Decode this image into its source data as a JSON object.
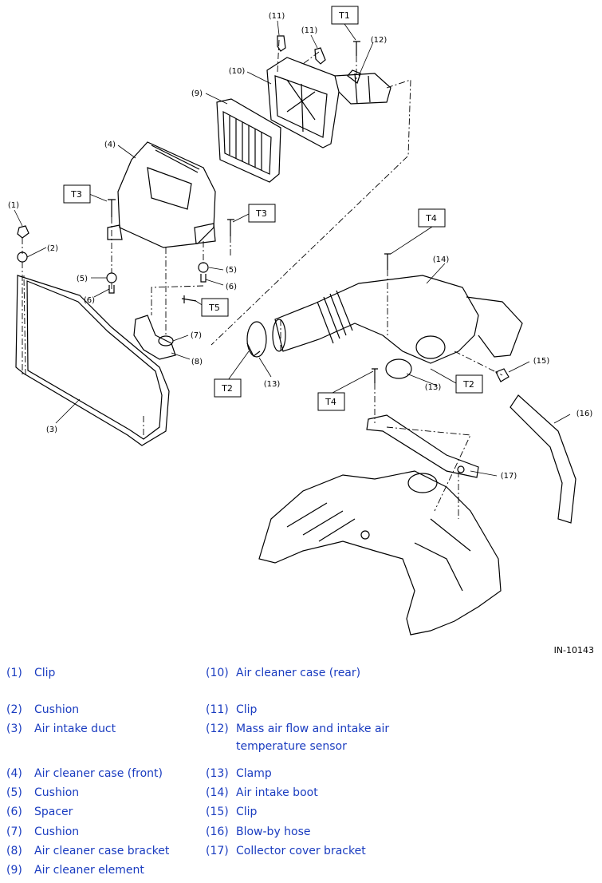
{
  "figure_id": "IN-10143",
  "callouts": {
    "c1": "(1)",
    "c2": "(2)",
    "c3": "(3)",
    "c4": "(4)",
    "c5a": "(5)",
    "c5b": "(5)",
    "c6a": "(6)",
    "c6b": "(6)",
    "c7": "(7)",
    "c8": "(8)",
    "c9": "(9)",
    "c10": "(10)",
    "c11a": "(11)",
    "c11b": "(11)",
    "c12": "(12)",
    "c13a": "(13)",
    "c13b": "(13)",
    "c14": "(14)",
    "c15": "(15)",
    "c16": "(16)",
    "c17": "(17)"
  },
  "torque_labels": {
    "t1": "T1",
    "t2a": "T2",
    "t2b": "T2",
    "t3a": "T3",
    "t3b": "T3",
    "t4a": "T4",
    "t4b": "T4",
    "t5": "T5"
  },
  "legend": [
    {
      "num": "(1)",
      "label": "Clip"
    },
    {
      "num": "(2)",
      "label": "Cushion"
    },
    {
      "num": "(3)",
      "label": "Air intake duct"
    },
    {
      "num": "(4)",
      "label": "Air cleaner case (front)"
    },
    {
      "num": "(5)",
      "label": "Cushion"
    },
    {
      "num": "(6)",
      "label": "Spacer"
    },
    {
      "num": "(7)",
      "label": "Cushion"
    },
    {
      "num": "(8)",
      "label": "Air cleaner case bracket"
    },
    {
      "num": "(9)",
      "label": "Air cleaner element"
    },
    {
      "num": "(10)",
      "label": "Air cleaner case (rear)"
    },
    {
      "num": "(11)",
      "label": "Clip"
    },
    {
      "num": "(12)",
      "label": "Mass air flow and intake air temperature sensor"
    },
    {
      "num": "(13)",
      "label": "Clamp"
    },
    {
      "num": "(14)",
      "label": "Air intake boot"
    },
    {
      "num": "(15)",
      "label": "Clip"
    },
    {
      "num": "(16)",
      "label": "Blow-by hose"
    },
    {
      "num": "(17)",
      "label": "Collector cover bracket"
    }
  ]
}
